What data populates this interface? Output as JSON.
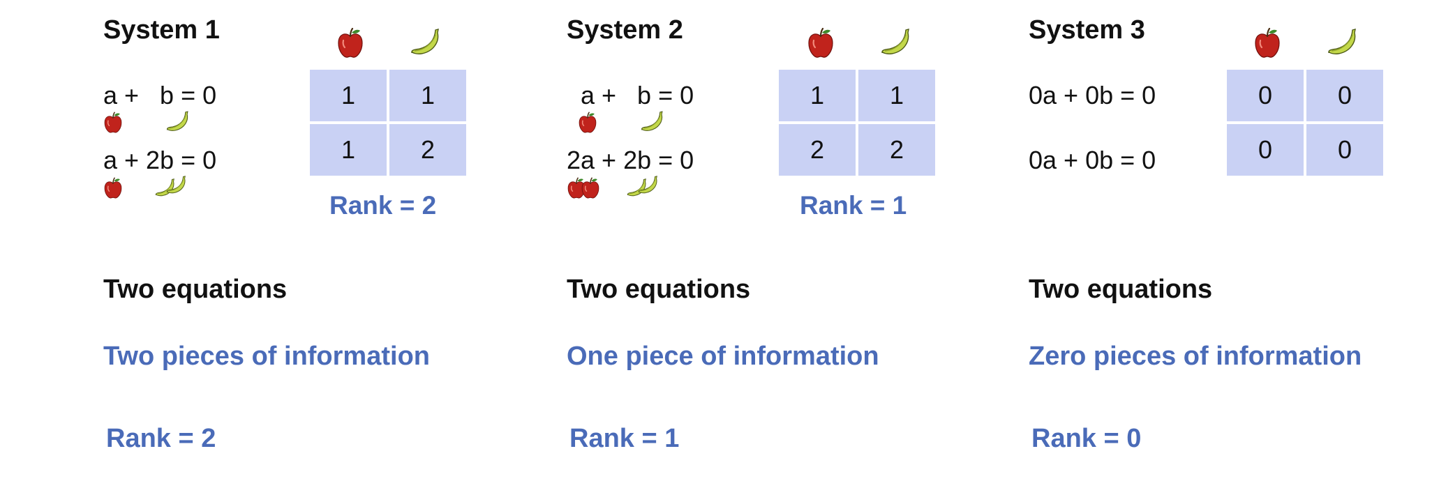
{
  "colors": {
    "accent": "#4a6bb8",
    "matrix_cell": "#c9d1f4",
    "apple": "#c0231c",
    "banana": "#c3d84a"
  },
  "icons": [
    "apple-icon",
    "banana-icon"
  ],
  "systems": [
    {
      "title": "System 1",
      "eq1": "a +   b = 0",
      "eq2": "a + 2b = 0",
      "matrix": [
        [
          "1",
          "1"
        ],
        [
          "1",
          "2"
        ]
      ],
      "matrix_rank": "Rank = 2",
      "equations": "Two equations",
      "info": "Two pieces of information",
      "rank": "Rank = 2"
    },
    {
      "title": "System 2",
      "eq1": "  a +   b = 0",
      "eq2": "2a + 2b = 0",
      "matrix": [
        [
          "1",
          "1"
        ],
        [
          "2",
          "2"
        ]
      ],
      "matrix_rank": "Rank = 1",
      "equations": "Two equations",
      "info": "One piece of information",
      "rank": "Rank = 1"
    },
    {
      "title": "System 3",
      "eq1": "0a + 0b = 0",
      "eq2": "0a + 0b = 0",
      "matrix": [
        [
          "0",
          "0"
        ],
        [
          "0",
          "0"
        ]
      ],
      "matrix_rank": "",
      "equations": "Two equations",
      "info": "Zero pieces of information",
      "rank": "Rank = 0"
    }
  ]
}
